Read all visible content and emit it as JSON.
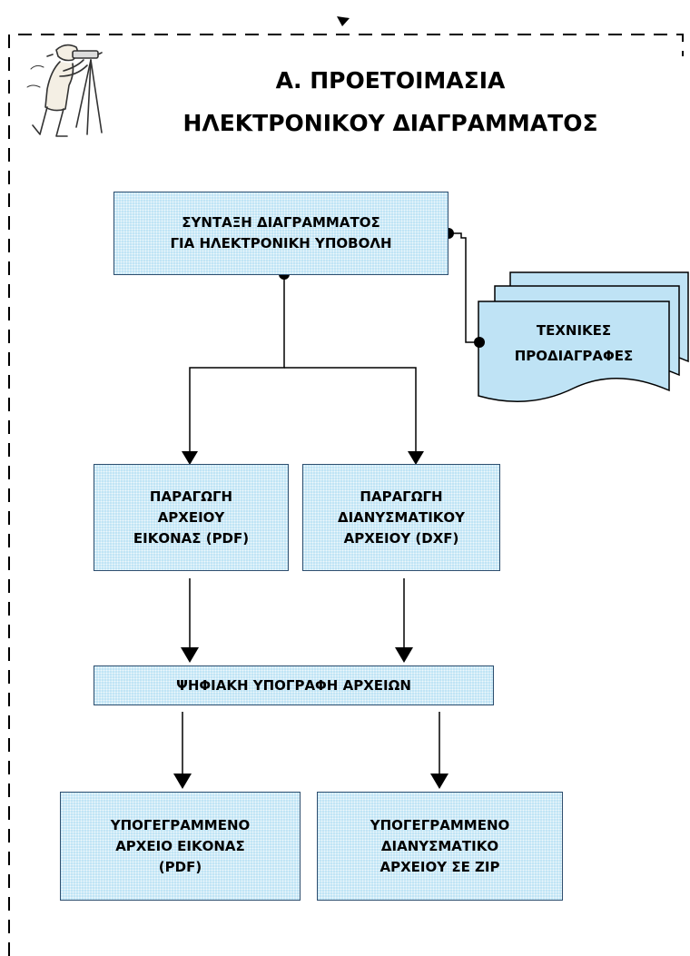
{
  "title": {
    "line1": "Α. ΠΡΟΕΤΟΙΜΑΣΙΑ",
    "line2": "ΗΛΕΚΤΡΟΝΙΚΟΥ ΔΙΑΓΡΑΜΜΑΤΟΣ"
  },
  "nodes": {
    "compose": [
      "ΣΥΝΤΑΞΗ ΔΙΑΓΡΑΜΜΑΤΟΣ",
      "ΓΙΑ ΗΛΕΚΤΡΟΝΙΚΗ ΥΠΟΒΟΛΗ"
    ],
    "specs": [
      "ΤΕΧΝΙΚΕΣ",
      "ΠΡΟΔΙΑΓΡΑΦΕΣ"
    ],
    "pdf": [
      "ΠΑΡΑΓΩΓΗ",
      "ΑΡΧΕΙΟΥ",
      "ΕΙΚΟΝΑΣ (PDF)"
    ],
    "dxf": [
      "ΠΑΡΑΓΩΓΗ",
      "ΔΙΑΝΥΣΜΑΤΙΚΟΥ",
      "ΑΡΧΕΙΟΥ (DXF)"
    ],
    "sign": [
      "ΨΗΦΙΑΚΗ ΥΠΟΓΡΑΦΗ ΑΡΧΕΙΩΝ"
    ],
    "out_pdf": [
      "ΥΠΟΓΕΓΡΑΜΜΕΝΟ",
      "ΑΡΧΕΙΟ ΕΙΚΟΝΑΣ",
      "(PDF)"
    ],
    "out_zip": [
      "ΥΠΟΓΕΓΡΑΜΜΕΝΟ",
      "ΔΙΑΝΥΣΜΑΤΙΚΟ",
      "ΑΡΧΕΙΟΥ ΣΕ ZIP"
    ]
  },
  "icons": {
    "surveyor": "surveyor-with-theodolite-icon"
  },
  "colors": {
    "box_fill": "#bfe3f5",
    "box_border": "#2f4f6f",
    "line": "#000000"
  }
}
